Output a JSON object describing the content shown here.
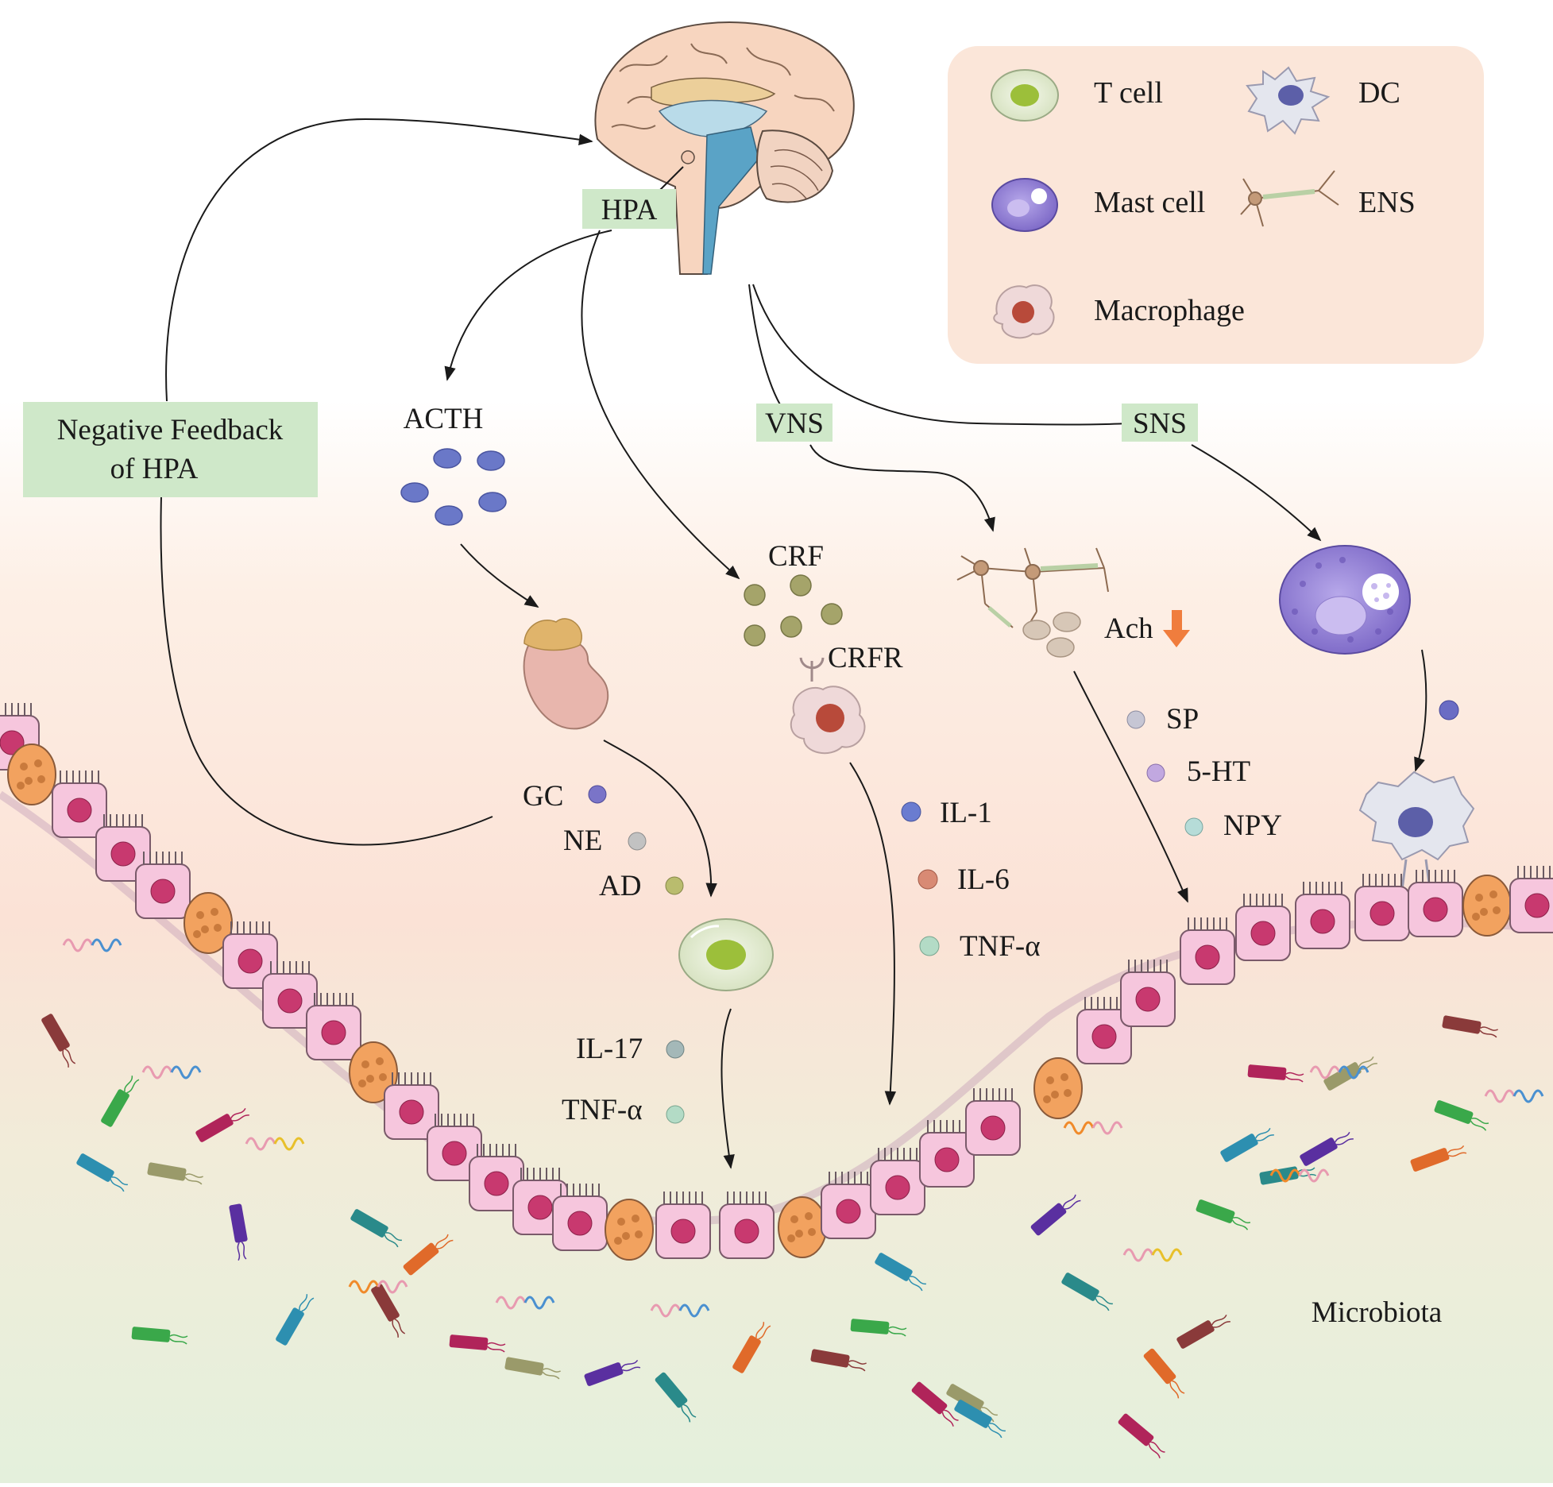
{
  "labels": {
    "hpa": "HPA",
    "negative_feedback_line1": "Negative Feedback",
    "negative_feedback_line2": "of HPA",
    "acth": "ACTH",
    "vns": "VNS",
    "sns": "SNS",
    "crf": "CRF",
    "crfr": "CRFR",
    "ach": "Ach",
    "gc": "GC",
    "ne": "NE",
    "ad": "AD",
    "il17": "IL-17",
    "tnfa_left": "TNF-α",
    "il1": "IL-1",
    "il6": "IL-6",
    "tnfa_mid": "TNF-α",
    "sp": "SP",
    "ht5": "5-HT",
    "npy": "NPY",
    "microbiota": "Microbiota"
  },
  "legend": {
    "t_cell": "T cell",
    "dc": "DC",
    "mast_cell": "Mast cell",
    "ens": "ENS",
    "macrophage": "Macrophage"
  },
  "colors": {
    "tag_green": "#cfe8c9",
    "legend_bg": "#fbe6d9",
    "epithelial_pink": "#f6c6dd",
    "nucleus_magenta": "#c8396f",
    "goblet_orange": "#f2a25f",
    "acth_blue": "#6a78c8",
    "crf_olive": "#a5a46a",
    "arrow_orange": "#f07d3d"
  }
}
